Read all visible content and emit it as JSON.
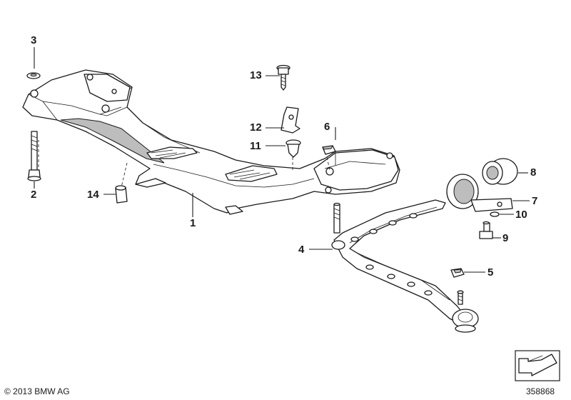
{
  "callouts": [
    {
      "number": "1"
    },
    {
      "number": "2"
    },
    {
      "number": "3"
    },
    {
      "number": "4"
    },
    {
      "number": "5"
    },
    {
      "number": "6"
    },
    {
      "number": "7"
    },
    {
      "number": "8"
    },
    {
      "number": "9"
    },
    {
      "number": "10"
    },
    {
      "number": "11"
    },
    {
      "number": "12"
    },
    {
      "number": "13"
    },
    {
      "number": "14"
    }
  ],
  "footer": {
    "copyright": "© 2013 BMW AG",
    "diagram_id": "358868"
  },
  "colors": {
    "line": "#1a1a1a",
    "shade": "#bdbdbd",
    "background": "#ffffff"
  }
}
